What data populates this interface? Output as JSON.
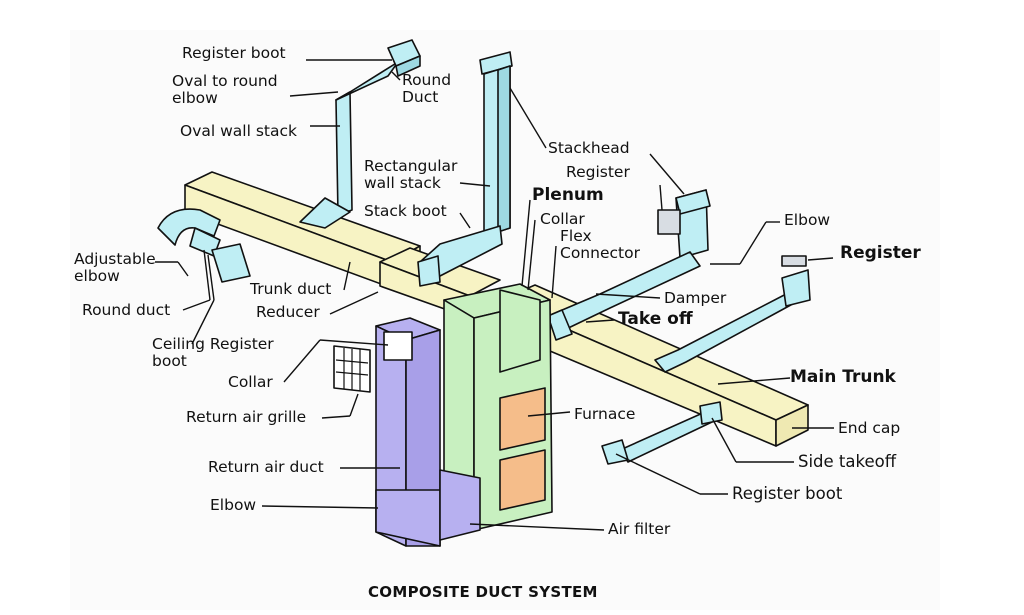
{
  "colors": {
    "trunk": "#f7f3c4",
    "duct": "#bfeef4",
    "plenum": "#c8f0c0",
    "furnace_panel": "#f5bd8a",
    "return_duct": "#b7b0f0"
  },
  "caption": "COMPOSITE DUCT SYSTEM",
  "labels": {
    "register_boot_top": "Register boot",
    "oval_to_round_elbow": "Oval to round\nelbow",
    "round_duct_top": "Round\nDuct",
    "oval_wall_stack": "Oval wall stack",
    "rectangular_wall_stack": "Rectangular\nwall stack",
    "stack_boot": "Stack boot",
    "stackhead": "Stackhead",
    "register_top": "Register",
    "plenum": "Plenum",
    "collar_top": "Collar",
    "flex_connector": "Flex\nConnector",
    "elbow_right": "Elbow",
    "register_right": "Register",
    "adjustable_elbow": "Adjustable\nelbow",
    "round_duct_left": "Round duct",
    "trunk_duct": "Trunk duct",
    "reducer": "Reducer",
    "ceiling_register_boot": "Ceiling Register\nboot",
    "damper": "Damper",
    "take_off": "Take off",
    "collar_left": "Collar",
    "main_trunk": "Main Trunk",
    "return_air_grille": "Return air grille",
    "furnace": "Furnace",
    "end_cap": "End cap",
    "side_takeoff": "Side takeoff",
    "return_air_duct": "Return air duct",
    "register_boot_bottom": "Register boot",
    "elbow_bottom": "Elbow",
    "air_filter": "Air filter"
  }
}
